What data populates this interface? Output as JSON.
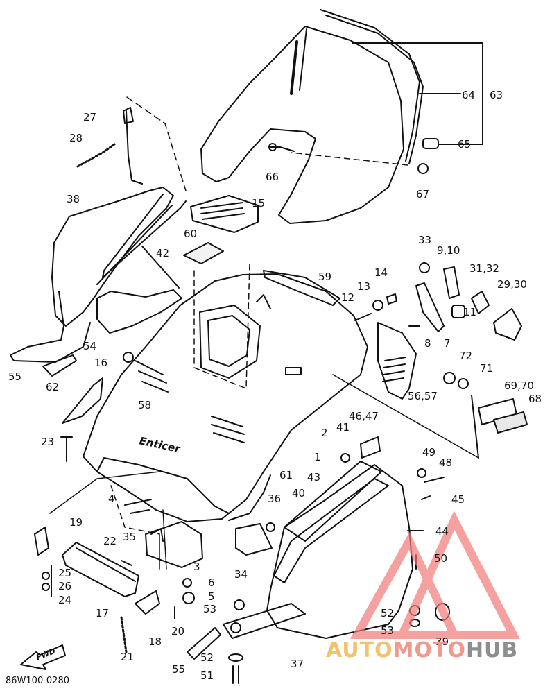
{
  "callouts": [
    {
      "id": "c27",
      "text": "27"
    },
    {
      "id": "c28",
      "text": "28"
    },
    {
      "id": "c38",
      "text": "38"
    },
    {
      "id": "c15",
      "text": "15"
    },
    {
      "id": "c60",
      "text": "60"
    },
    {
      "id": "c42",
      "text": "42"
    },
    {
      "id": "c64",
      "text": "64"
    },
    {
      "id": "c63",
      "text": "63"
    },
    {
      "id": "c65",
      "text": "65"
    },
    {
      "id": "c66",
      "text": "66"
    },
    {
      "id": "c67",
      "text": "67"
    },
    {
      "id": "c33",
      "text": "33"
    },
    {
      "id": "c910",
      "text": "9,10"
    },
    {
      "id": "c3132",
      "text": "31,32"
    },
    {
      "id": "c2930",
      "text": "29,30"
    },
    {
      "id": "c59",
      "text": "59"
    },
    {
      "id": "c14",
      "text": "14"
    },
    {
      "id": "c13",
      "text": "13"
    },
    {
      "id": "c12",
      "text": "12"
    },
    {
      "id": "c11",
      "text": "11"
    },
    {
      "id": "c8",
      "text": "8"
    },
    {
      "id": "c7",
      "text": "7"
    },
    {
      "id": "c54",
      "text": "54"
    },
    {
      "id": "c16",
      "text": "16"
    },
    {
      "id": "c55a",
      "text": "55"
    },
    {
      "id": "c62",
      "text": "62"
    },
    {
      "id": "c72",
      "text": "72"
    },
    {
      "id": "c71",
      "text": "71"
    },
    {
      "id": "c5657",
      "text": "56,57"
    },
    {
      "id": "c6970",
      "text": "69,70"
    },
    {
      "id": "c68",
      "text": "68"
    },
    {
      "id": "c58",
      "text": "58"
    },
    {
      "id": "c4647",
      "text": "46,47"
    },
    {
      "id": "c41",
      "text": "41"
    },
    {
      "id": "c2",
      "text": "2"
    },
    {
      "id": "c1",
      "text": "1"
    },
    {
      "id": "c23",
      "text": "23"
    },
    {
      "id": "c49",
      "text": "49"
    },
    {
      "id": "c48",
      "text": "48"
    },
    {
      "id": "c61",
      "text": "61"
    },
    {
      "id": "c43",
      "text": "43"
    },
    {
      "id": "c45",
      "text": "45"
    },
    {
      "id": "c40",
      "text": "40"
    },
    {
      "id": "c4",
      "text": "4"
    },
    {
      "id": "c36",
      "text": "36"
    },
    {
      "id": "c35",
      "text": "35"
    },
    {
      "id": "c19",
      "text": "19"
    },
    {
      "id": "c44",
      "text": "44"
    },
    {
      "id": "c22",
      "text": "22"
    },
    {
      "id": "c3",
      "text": "3"
    },
    {
      "id": "c50",
      "text": "50"
    },
    {
      "id": "c25",
      "text": "25"
    },
    {
      "id": "c26",
      "text": "26"
    },
    {
      "id": "c24",
      "text": "24"
    },
    {
      "id": "c6",
      "text": "6"
    },
    {
      "id": "c34",
      "text": "34"
    },
    {
      "id": "c5",
      "text": "5"
    },
    {
      "id": "c53a",
      "text": "53"
    },
    {
      "id": "c52a",
      "text": "52"
    },
    {
      "id": "c53b",
      "text": "53"
    },
    {
      "id": "c17",
      "text": "17"
    },
    {
      "id": "c20",
      "text": "20"
    },
    {
      "id": "c18",
      "text": "18"
    },
    {
      "id": "c39",
      "text": "39"
    },
    {
      "id": "c21",
      "text": "21"
    },
    {
      "id": "c37",
      "text": "37"
    },
    {
      "id": "c55b",
      "text": "55"
    },
    {
      "id": "c52b",
      "text": "52"
    },
    {
      "id": "c51",
      "text": "51"
    }
  ],
  "fwd_arrow_text": "FWD",
  "hood_brand_text": "Enticer",
  "diagram_code": "86W100-0280",
  "watermark": {
    "part_a": "AUTO",
    "part_b": "MOTO",
    "part_c": "HUB",
    "color_a": "#f3c36b",
    "color_b": "#f09a8e",
    "color_c": "#8e8e8e",
    "logo_color": "#f07a78"
  }
}
